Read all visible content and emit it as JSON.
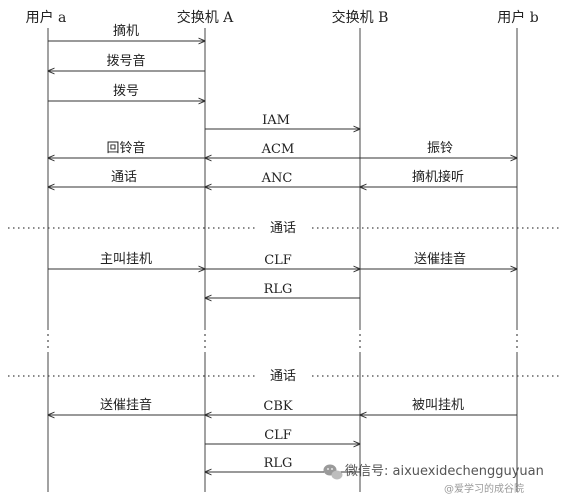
{
  "participants": [
    {
      "id": "a",
      "label": "用户 a"
    },
    {
      "id": "A",
      "label": "交换机 A"
    },
    {
      "id": "B",
      "label": "交换机 B"
    },
    {
      "id": "b",
      "label": "用户 b"
    }
  ],
  "messages": [
    {
      "id": "m1",
      "label": "摘机",
      "from": "a",
      "to": "A"
    },
    {
      "id": "m2",
      "label": "拨号音",
      "from": "A",
      "to": "a"
    },
    {
      "id": "m3",
      "label": "拨号",
      "from": "a",
      "to": "A"
    },
    {
      "id": "m4",
      "label": "IAM",
      "from": "A",
      "to": "B"
    },
    {
      "id": "m5a",
      "label": "回铃音",
      "from": "A",
      "to": "a"
    },
    {
      "id": "m5b",
      "label": "ACM",
      "from": "B",
      "to": "A"
    },
    {
      "id": "m5c",
      "label": "振铃",
      "from": "B",
      "to": "b"
    },
    {
      "id": "m6a",
      "label": "通话",
      "from": "A",
      "to": "a"
    },
    {
      "id": "m6b",
      "label": "ANC",
      "from": "B",
      "to": "A"
    },
    {
      "id": "m6c",
      "label": "摘机接听",
      "from": "b",
      "to": "B"
    },
    {
      "id": "m7a",
      "label": "主叫挂机",
      "from": "a",
      "to": "A"
    },
    {
      "id": "m7b",
      "label": "CLF",
      "from": "A",
      "to": "B"
    },
    {
      "id": "m7c",
      "label": "送催挂音",
      "from": "B",
      "to": "b"
    },
    {
      "id": "m8",
      "label": "RLG",
      "from": "B",
      "to": "A"
    },
    {
      "id": "m9a",
      "label": "送催挂音",
      "from": "A",
      "to": "a"
    },
    {
      "id": "m9b",
      "label": "CBK",
      "from": "B",
      "to": "A"
    },
    {
      "id": "m9c",
      "label": "被叫挂机",
      "from": "b",
      "to": "B"
    },
    {
      "id": "m10",
      "label": "CLF",
      "from": "A",
      "to": "B"
    },
    {
      "id": "m11",
      "label": "RLG",
      "from": "B",
      "to": "A"
    }
  ],
  "separators": [
    {
      "id": "s1",
      "label": "通话"
    },
    {
      "id": "s2",
      "label": "通话"
    }
  ],
  "watermark": {
    "icon": "wechat-icon",
    "text": "微信号: aixuexidechengguyuan",
    "subtext": "@爱学习的成谷院"
  }
}
